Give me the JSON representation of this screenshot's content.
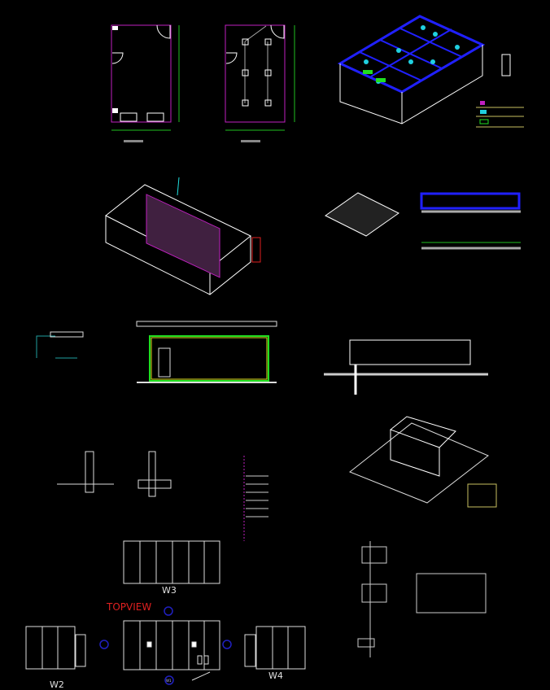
{
  "canvas": {
    "background": "#000000"
  },
  "colors": {
    "wall": "#ffffff",
    "plan_outline": "#c020c0",
    "dimension": "#20c020",
    "roof_grid": "#2020ff",
    "light": "#20d0e0",
    "ac_unit": "#20e020",
    "title_red": "#e02020",
    "marker": "#2020c0"
  },
  "elevations": {
    "topview_label": "TOPVIEW",
    "w1": "W1",
    "w2": "W2",
    "w3": "W3",
    "w4": "W4"
  }
}
